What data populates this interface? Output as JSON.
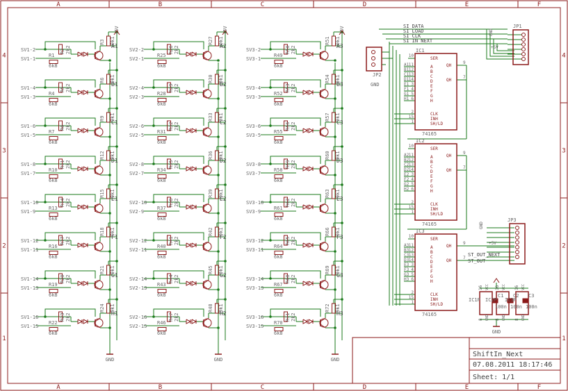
{
  "frame": {
    "col_labels": [
      "A",
      "B",
      "C",
      "D",
      "E",
      "F"
    ],
    "row_labels": [
      "4",
      "3",
      "2",
      "1"
    ]
  },
  "title_block": {
    "title": "ShiftIn_Next",
    "datetime": "07.08.2011 18:17:46",
    "sheet": "Sheet: 1/1"
  },
  "columns": [
    {
      "power": "+5V",
      "gnd": "GND",
      "rows": [
        {
          "in_top": "SV1-2",
          "in_bot": "SV1-1",
          "r_low": "R1",
          "r_low_val": "6k8",
          "r_series": "R2",
          "r_series_val": "2k2",
          "r_pull": "R3",
          "r_pull_val": "9k1",
          "out": "A1"
        },
        {
          "in_top": "SV1-4",
          "in_bot": "SV1-3",
          "r_low": "R4",
          "r_low_val": "6k8",
          "r_series": "R5",
          "r_series_val": "2k2",
          "r_pull": "R6",
          "r_pull_val": "9k1",
          "out": "B1"
        },
        {
          "in_top": "SV1-6",
          "in_bot": "SV1-5",
          "r_low": "R7",
          "r_low_val": "6k8",
          "r_series": "R8",
          "r_series_val": "2k2",
          "r_pull": "R9",
          "r_pull_val": "9k1",
          "out": "C1"
        },
        {
          "in_top": "SV1-8",
          "in_bot": "SV1-7",
          "r_low": "R10",
          "r_low_val": "6k8",
          "r_series": "R11",
          "r_series_val": "2k2",
          "r_pull": "R12",
          "r_pull_val": "9k1",
          "out": "D1"
        },
        {
          "in_top": "SV1-10",
          "in_bot": "SV1-9",
          "r_low": "R13",
          "r_low_val": "6k8",
          "r_series": "R14",
          "r_series_val": "2k2",
          "r_pull": "R15",
          "r_pull_val": "9k1",
          "out": "E1"
        },
        {
          "in_top": "SV1-12",
          "in_bot": "SV1-11",
          "r_low": "R16",
          "r_low_val": "6k8",
          "r_series": "R17",
          "r_series_val": "2k2",
          "r_pull": "R18",
          "r_pull_val": "9k1",
          "out": "F1"
        },
        {
          "in_top": "SV1-14",
          "in_bot": "SV1-13",
          "r_low": "R19",
          "r_low_val": "6k8",
          "r_series": "R20",
          "r_series_val": "2k2",
          "r_pull": "R21",
          "r_pull_val": "9k1",
          "out": "G1"
        },
        {
          "in_top": "SV1-16",
          "in_bot": "SV1-15",
          "r_low": "R22",
          "r_low_val": "6k8",
          "r_series": "R23",
          "r_series_val": "2k2",
          "r_pull": "R24",
          "r_pull_val": "9k1",
          "out": "H1"
        }
      ]
    },
    {
      "power": "+5V",
      "gnd": "GND",
      "rows": [
        {
          "in_top": "SV2-2",
          "in_bot": "SV2-1",
          "r_low": "R25",
          "r_low_val": "6k8",
          "r_series": "R26",
          "r_series_val": "2k2",
          "r_pull": "R27",
          "r_pull_val": "9k1",
          "out": "A2"
        },
        {
          "in_top": "SV2-4",
          "in_bot": "SV2-3",
          "r_low": "R28",
          "r_low_val": "6k8",
          "r_series": "R29",
          "r_series_val": "2k2",
          "r_pull": "R30",
          "r_pull_val": "9k1",
          "out": "B2"
        },
        {
          "in_top": "SV2-6",
          "in_bot": "SV2-5",
          "r_low": "R31",
          "r_low_val": "6k8",
          "r_series": "R32",
          "r_series_val": "2k2",
          "r_pull": "R33",
          "r_pull_val": "9k1",
          "out": "C2"
        },
        {
          "in_top": "SV2-8",
          "in_bot": "SV2-7",
          "r_low": "R34",
          "r_low_val": "6k8",
          "r_series": "R35",
          "r_series_val": "2k2",
          "r_pull": "R36",
          "r_pull_val": "9k1",
          "out": "D2"
        },
        {
          "in_top": "SV2-10",
          "in_bot": "SV2-9",
          "r_low": "R37",
          "r_low_val": "6k8",
          "r_series": "R38",
          "r_series_val": "2k2",
          "r_pull": "R39",
          "r_pull_val": "9k1",
          "out": "E2"
        },
        {
          "in_top": "SV2-12",
          "in_bot": "SV2-11",
          "r_low": "R40",
          "r_low_val": "6k8",
          "r_series": "R41",
          "r_series_val": "2k2",
          "r_pull": "R42",
          "r_pull_val": "9k1",
          "out": "F2"
        },
        {
          "in_top": "SV2-14",
          "in_bot": "SV2-13",
          "r_low": "R43",
          "r_low_val": "6k8",
          "r_series": "R44",
          "r_series_val": "2k2",
          "r_pull": "R45",
          "r_pull_val": "9k1",
          "out": "G2"
        },
        {
          "in_top": "SV2-16",
          "in_bot": "SV2-15",
          "r_low": "R46",
          "r_low_val": "6k8",
          "r_series": "R47",
          "r_series_val": "2k2",
          "r_pull": "R48",
          "r_pull_val": "9k1",
          "out": "H2"
        }
      ]
    },
    {
      "power": "+5V",
      "gnd": "GND",
      "rows": [
        {
          "in_top": "SV3-2",
          "in_bot": "SV3-1",
          "r_low": "R49",
          "r_low_val": "6k8",
          "r_series": "R50",
          "r_series_val": "2k2",
          "r_pull": "R51",
          "r_pull_val": "9k1",
          "out": "A3"
        },
        {
          "in_top": "SV3-4",
          "in_bot": "SV3-3",
          "r_low": "R52",
          "r_low_val": "6k8",
          "r_series": "R53",
          "r_series_val": "2k2",
          "r_pull": "R54",
          "r_pull_val": "9k1",
          "out": "B3"
        },
        {
          "in_top": "SV3-6",
          "in_bot": "SV3-5",
          "r_low": "R55",
          "r_low_val": "6k8",
          "r_series": "R56",
          "r_series_val": "2k2",
          "r_pull": "R57",
          "r_pull_val": "9k1",
          "out": "C3"
        },
        {
          "in_top": "SV3-8",
          "in_bot": "SV3-7",
          "r_low": "R58",
          "r_low_val": "6k8",
          "r_series": "R59",
          "r_series_val": "2k2",
          "r_pull": "R60",
          "r_pull_val": "9k1",
          "out": "D3"
        },
        {
          "in_top": "SV3-10",
          "in_bot": "SV3-9",
          "r_low": "R61",
          "r_low_val": "6k8",
          "r_series": "R62",
          "r_series_val": "2k2",
          "r_pull": "R63",
          "r_pull_val": "9k1",
          "out": "E3"
        },
        {
          "in_top": "SV3-12",
          "in_bot": "SV3-11",
          "r_low": "R64",
          "r_low_val": "6k8",
          "r_series": "R65",
          "r_series_val": "2k2",
          "r_pull": "R66",
          "r_pull_val": "9k1",
          "out": "F3"
        },
        {
          "in_top": "SV3-14",
          "in_bot": "SV3-13",
          "r_low": "R67",
          "r_low_val": "6k8",
          "r_series": "R68",
          "r_series_val": "2k2",
          "r_pull": "R69",
          "r_pull_val": "9k1",
          "out": "G3"
        },
        {
          "in_top": "SV3-16",
          "in_bot": "SV3-15",
          "r_low": "R70",
          "r_low_val": "6k8",
          "r_series": "R71",
          "r_series_val": "2k2",
          "r_pull": "R72",
          "r_pull_val": "9k1",
          "out": "H3"
        }
      ]
    }
  ],
  "nets": {
    "si_data": "SI_DATA",
    "si_load": "SI_LOAD",
    "si_clk": "SI_CLK",
    "si_in_next": "SI_IN_NEXT",
    "st_out_next": "ST_OUT_NEXT",
    "st_out": "ST_OUT",
    "gnd": "GND",
    "vcc": "+5V"
  },
  "connectors": {
    "jp1": "JP1",
    "jp2": "JP2",
    "jp3": "JP3"
  },
  "ics": [
    {
      "name": "IC1",
      "part": "74165",
      "inputs": [
        "A1",
        "B1",
        "C1",
        "D1",
        "E1",
        "F1",
        "G1",
        "H1"
      ],
      "input_pins": [
        "11",
        "12",
        "13",
        "14",
        "3",
        "4",
        "5",
        "6"
      ],
      "pin_names": [
        "A",
        "B",
        "C",
        "D",
        "E",
        "F",
        "G",
        "H"
      ],
      "ser": "SER",
      "ser_pin": "10",
      "qh": "QH",
      "qh_pin": "9",
      "nqh": "QH",
      "nqh_pin": "7",
      "clk": "CLK",
      "clk_pin": "2",
      "inh": "INH",
      "inh_pin": "15",
      "sh_ld": "SH/LD",
      "sh_ld_pin": "1"
    },
    {
      "name": "IC2",
      "part": "74165",
      "inputs": [
        "A2",
        "B2",
        "C2",
        "D2",
        "E2",
        "F2",
        "G2",
        "H2"
      ],
      "input_pins": [
        "11",
        "12",
        "13",
        "14",
        "3",
        "4",
        "5",
        "6"
      ],
      "pin_names": [
        "A",
        "B",
        "C",
        "D",
        "E",
        "F",
        "G",
        "H"
      ],
      "ser": "SER",
      "ser_pin": "10",
      "qh": "QH",
      "qh_pin": "9",
      "nqh": "QH",
      "nqh_pin": "7",
      "clk": "CLK",
      "clk_pin": "2",
      "inh": "INH",
      "inh_pin": "15",
      "sh_ld": "SH/LD",
      "sh_ld_pin": "1"
    },
    {
      "name": "IC3",
      "part": "74165",
      "inputs": [
        "A3",
        "B3",
        "C3",
        "D3",
        "E3",
        "F3",
        "G3",
        "H3"
      ],
      "input_pins": [
        "11",
        "12",
        "13",
        "14",
        "3",
        "4",
        "5",
        "6"
      ],
      "pin_names": [
        "A",
        "B",
        "C",
        "D",
        "E",
        "F",
        "G",
        "H"
      ],
      "ser": "SER",
      "ser_pin": "10",
      "qh": "QH",
      "qh_pin": "9",
      "nqh": "QH",
      "nqh_pin": "7",
      "clk": "CLK",
      "clk_pin": "2",
      "inh": "INH",
      "inh_pin": "15",
      "sh_ld": "SH/LD",
      "sh_ld_pin": "1"
    }
  ],
  "power_block": {
    "ic_labels": [
      "IC1P",
      "IC2P",
      "IC3P"
    ],
    "vcc_pin": "16",
    "gnd_pin": "8",
    "caps": [
      {
        "name": "C1",
        "value": "100n"
      },
      {
        "name": "C2",
        "value": "100n"
      },
      {
        "name": "C3",
        "value": "100n"
      }
    ],
    "vcc_label": "VCC",
    "gnd_label": "GND"
  },
  "colors": {
    "frame": "#8b1a1a",
    "wire": "#1a7a1a",
    "label": "#666666",
    "dark_label": "#404040"
  }
}
